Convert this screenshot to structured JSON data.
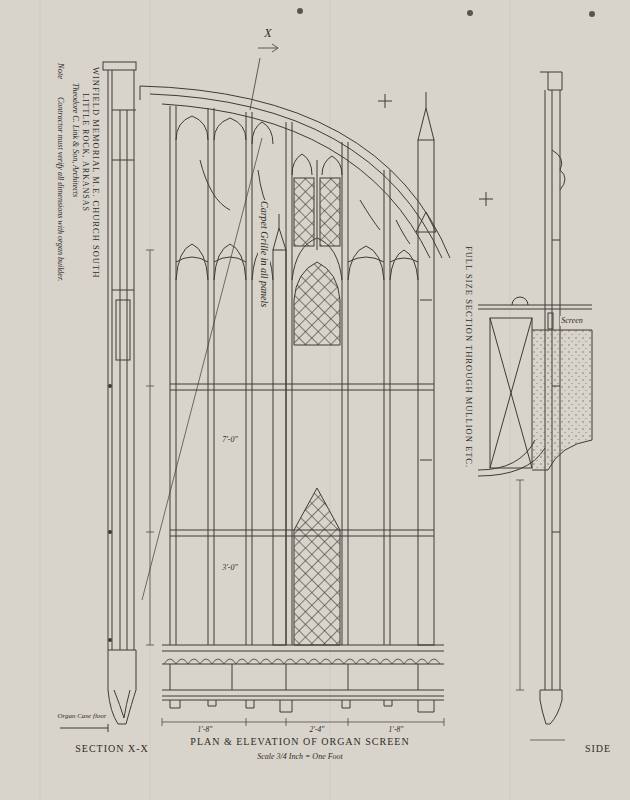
{
  "diagram": {
    "title": "PLAN & ELEVATION OF ORGAN SCREEN",
    "caption": "Scale 3/4 Inch = One Foot",
    "labels": [
      "X",
      "WINFIELD MEMORIAL M.E. CHURCH SOUTH",
      "LITTLE ROCK, ARKANSAS",
      "Theodore C. Link & Son, Architects",
      "Note",
      "Contractor must verify all dimensions with organ builder.",
      "Carpet Grille in all panels",
      "FULL SIZE SECTION THROUGH MULLION ETC.",
      "Screen",
      "SECTION X-X",
      "SIDE",
      "Organ Case floor",
      "7'-0\"",
      "3'-0\"",
      "1'-8\"",
      "2'-4\"",
      "1'-8\""
    ]
  }
}
